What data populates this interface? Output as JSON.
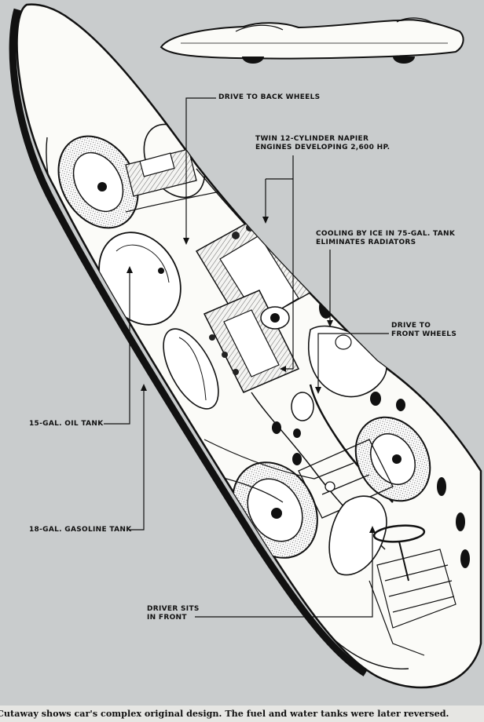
{
  "labels": {
    "drive_back": "DRIVE TO BACK WHEELS",
    "engines_line1": "TWIN 12-CYLINDER NAPIER",
    "engines_line2": "ENGINES DEVELOPING 2,600 HP.",
    "cooling_line1": "COOLING BY ICE IN 75-GAL. TANK",
    "cooling_line2": "ELIMINATES RADIATORS",
    "drive_front_line1": "DRIVE TO",
    "drive_front_line2": "FRONT WHEELS",
    "oil_tank": "15-GAL. OIL TANK",
    "gas_tank": "18-GAL. GASOLINE TANK",
    "driver_line1": "DRIVER SITS",
    "driver_line2": "IN FRONT"
  },
  "caption": "Cutaway shows car's complex original design. The fuel and water tanks were later reversed.",
  "colors": {
    "background": "#c9cccd",
    "body_fill": "#fbfbf8",
    "ink": "#111111"
  }
}
